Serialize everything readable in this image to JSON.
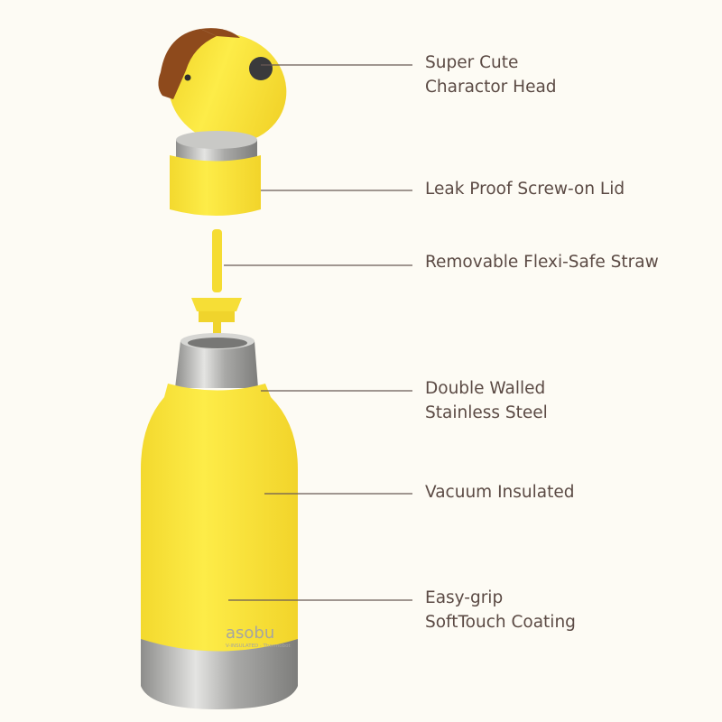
{
  "colors": {
    "background": "#fdfbf4",
    "body_yellow": "#fbe83e",
    "ear_brown": "#8e4a1c",
    "steel": "#b9b9b6",
    "label_text": "#5b4a44",
    "leader_line": "#6a5a55"
  },
  "logo": {
    "brand": "asobu",
    "tagline": "V-INSULATED · Thermobot"
  },
  "callouts": [
    {
      "lines": [
        "Super Cute",
        "Charactor Head"
      ]
    },
    {
      "lines": [
        "Leak Proof Screw-on Lid"
      ]
    },
    {
      "lines": [
        "Removable Flexi-Safe Straw"
      ]
    },
    {
      "lines": [
        "Double Walled",
        "Stainless Steel"
      ]
    },
    {
      "lines": [
        "Vacuum Insulated"
      ]
    },
    {
      "lines": [
        "Easy-grip",
        "SoftTouch Coating"
      ]
    }
  ]
}
